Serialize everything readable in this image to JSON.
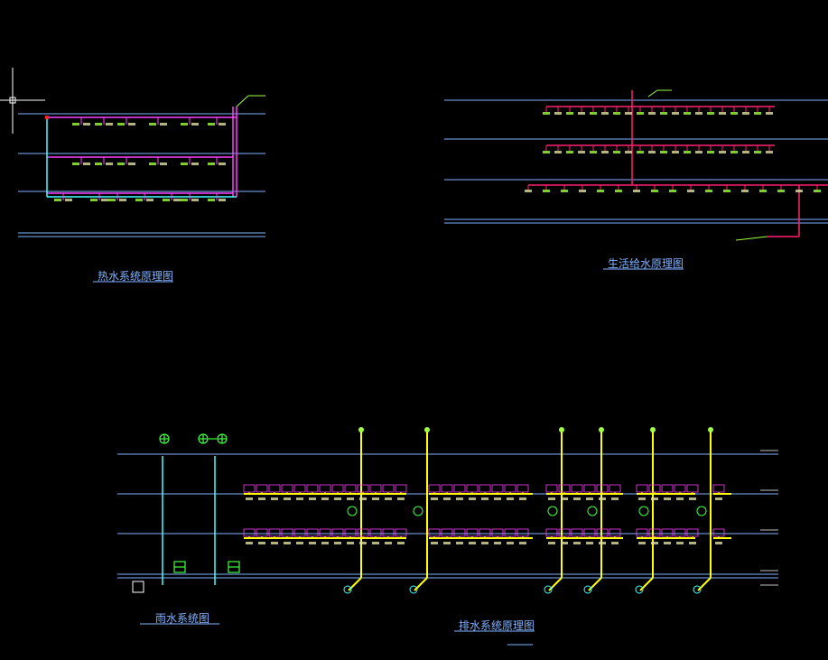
{
  "diagrams": {
    "hot_water": {
      "title": "热水系统原理图"
    },
    "domestic_water": {
      "title": "生活给水原理图"
    },
    "rain_water": {
      "title": "雨水系统图"
    },
    "drainage": {
      "title": "排水系统原理图"
    }
  },
  "colors": {
    "background": "#000000",
    "floor_line": "#7fb2ff",
    "hot_supply": "#ff40ff",
    "hot_return": "#40ffff",
    "cold_main": "#ff2070",
    "drain_stack": "#ffff00",
    "rain_pipe": "#40ffff",
    "fixture_box": "#ff40ff",
    "annotation": "#a0ff40",
    "title_text": "#7fb2ff",
    "crosshair": "#ffffff"
  }
}
